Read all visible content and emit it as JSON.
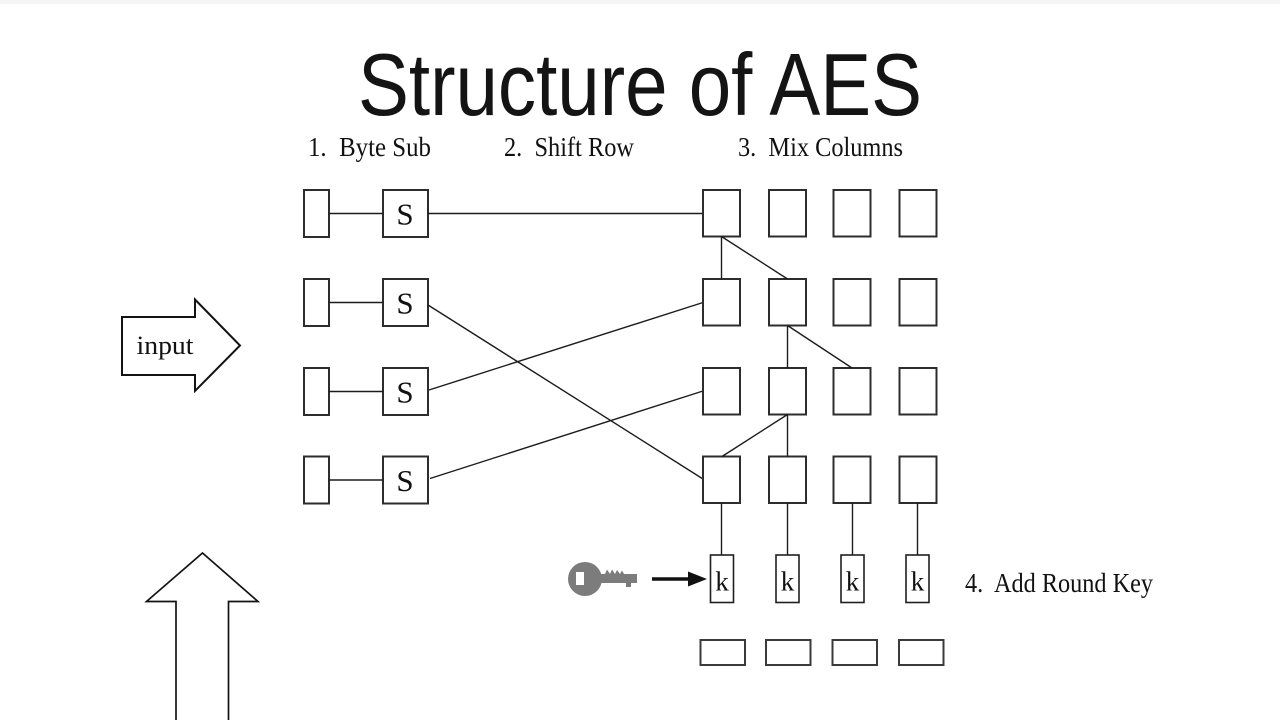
{
  "slide": {
    "title": "Structure of AES",
    "background": "#ffffff",
    "top_strip_color": "#f5f5f5"
  },
  "steps": {
    "step1": "1.  Byte Sub",
    "step2": "2.  Shift Row",
    "step3": "3.  Mix Columns",
    "step4": "4.  Add Round Key"
  },
  "diagram": {
    "input_label": "input",
    "sbox_label": "S",
    "round_key_label": "k"
  },
  "icons": {
    "key": "key-icon",
    "key_arrow": "arrow-right-icon",
    "input_arrow": "arrow-right-outline-icon",
    "output_arrow": "arrow-up-outline-icon"
  },
  "colors": {
    "ink": "#1c1c1c",
    "box_border": "#2d2d2d",
    "key_icon_gray": "#7c7c7c"
  }
}
